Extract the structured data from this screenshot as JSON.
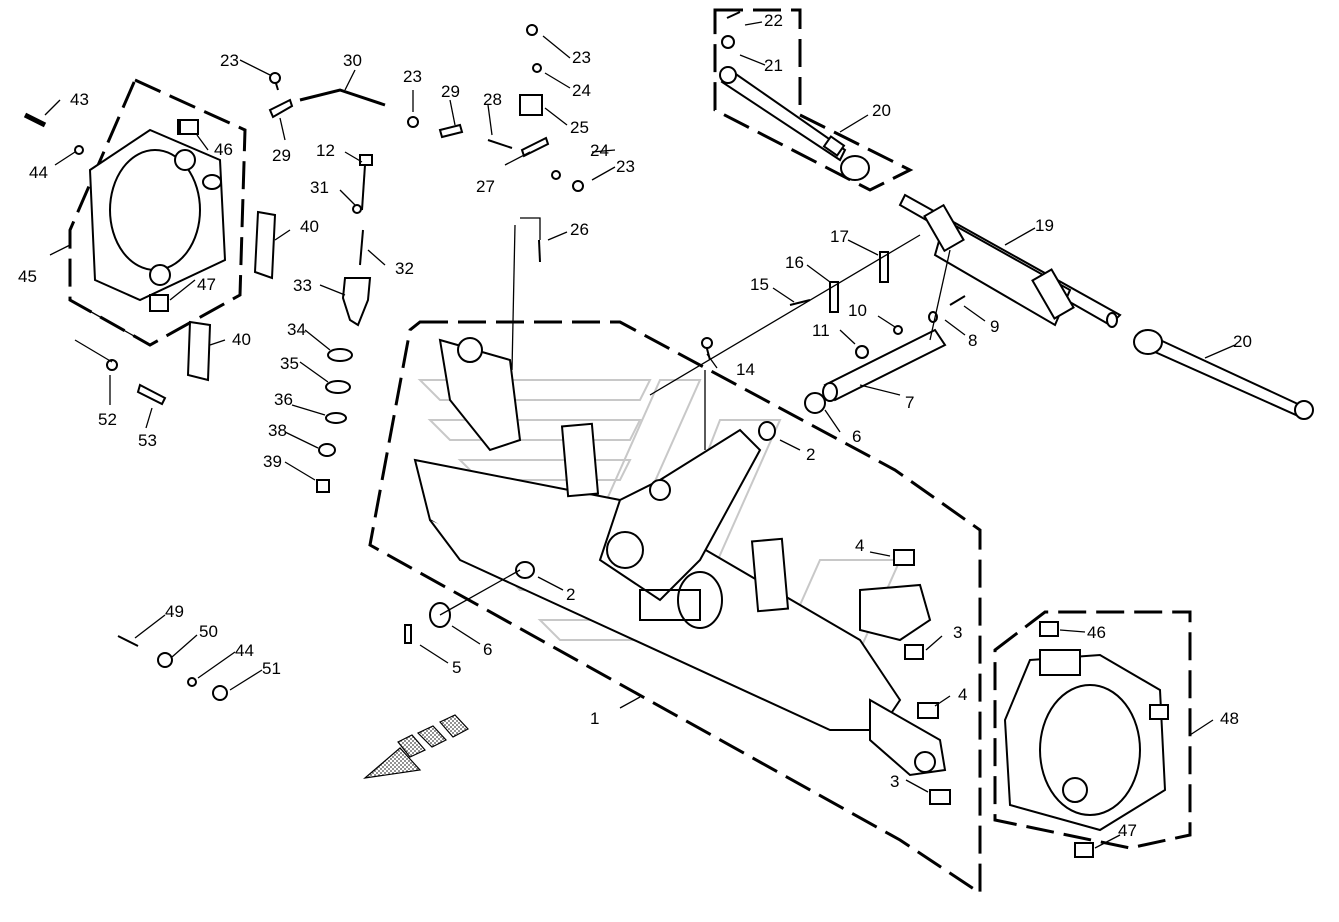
{
  "diagram": {
    "callouts": [
      {
        "id": "c1",
        "text": "1"
      },
      {
        "id": "c2a",
        "text": "2"
      },
      {
        "id": "c2b",
        "text": "2"
      },
      {
        "id": "c3a",
        "text": "3"
      },
      {
        "id": "c3b",
        "text": "3"
      },
      {
        "id": "c4a",
        "text": "4"
      },
      {
        "id": "c4b",
        "text": "4"
      },
      {
        "id": "c5",
        "text": "5"
      },
      {
        "id": "c6a",
        "text": "6"
      },
      {
        "id": "c6b",
        "text": "6"
      },
      {
        "id": "c7",
        "text": "7"
      },
      {
        "id": "c8",
        "text": "8"
      },
      {
        "id": "c9",
        "text": "9"
      },
      {
        "id": "c10",
        "text": "10"
      },
      {
        "id": "c11",
        "text": "11"
      },
      {
        "id": "c12",
        "text": "12"
      },
      {
        "id": "c14",
        "text": "14"
      },
      {
        "id": "c15",
        "text": "15"
      },
      {
        "id": "c16",
        "text": "16"
      },
      {
        "id": "c17",
        "text": "17"
      },
      {
        "id": "c19",
        "text": "19"
      },
      {
        "id": "c20a",
        "text": "20"
      },
      {
        "id": "c20b",
        "text": "20"
      },
      {
        "id": "c21",
        "text": "21"
      },
      {
        "id": "c22",
        "text": "22"
      },
      {
        "id": "c23a",
        "text": "23"
      },
      {
        "id": "c23b",
        "text": "23"
      },
      {
        "id": "c23c",
        "text": "23"
      },
      {
        "id": "c23d",
        "text": "23"
      },
      {
        "id": "c24a",
        "text": "24"
      },
      {
        "id": "c24b",
        "text": "24"
      },
      {
        "id": "c25",
        "text": "25"
      },
      {
        "id": "c26",
        "text": "26"
      },
      {
        "id": "c27",
        "text": "27"
      },
      {
        "id": "c28",
        "text": "28"
      },
      {
        "id": "c29a",
        "text": "29"
      },
      {
        "id": "c29b",
        "text": "29"
      },
      {
        "id": "c30",
        "text": "30"
      },
      {
        "id": "c31",
        "text": "31"
      },
      {
        "id": "c32",
        "text": "32"
      },
      {
        "id": "c33",
        "text": "33"
      },
      {
        "id": "c34",
        "text": "34"
      },
      {
        "id": "c35",
        "text": "35"
      },
      {
        "id": "c36",
        "text": "36"
      },
      {
        "id": "c38",
        "text": "38"
      },
      {
        "id": "c39",
        "text": "39"
      },
      {
        "id": "c40a",
        "text": "40"
      },
      {
        "id": "c40b",
        "text": "40"
      },
      {
        "id": "c43",
        "text": "43"
      },
      {
        "id": "c44a",
        "text": "44"
      },
      {
        "id": "c44b",
        "text": "44"
      },
      {
        "id": "c45",
        "text": "45"
      },
      {
        "id": "c46a",
        "text": "46"
      },
      {
        "id": "c46b",
        "text": "46"
      },
      {
        "id": "c47a",
        "text": "47"
      },
      {
        "id": "c47b",
        "text": "47"
      },
      {
        "id": "c48",
        "text": "48"
      },
      {
        "id": "c49",
        "text": "49"
      },
      {
        "id": "c50",
        "text": "50"
      },
      {
        "id": "c51",
        "text": "51"
      },
      {
        "id": "c52",
        "text": "52"
      },
      {
        "id": "c53",
        "text": "53"
      }
    ],
    "colors": {
      "line": "#000000",
      "fill": "#ffffff",
      "shade": "#9a9a9a",
      "watermark": "#bfbfbf"
    }
  }
}
